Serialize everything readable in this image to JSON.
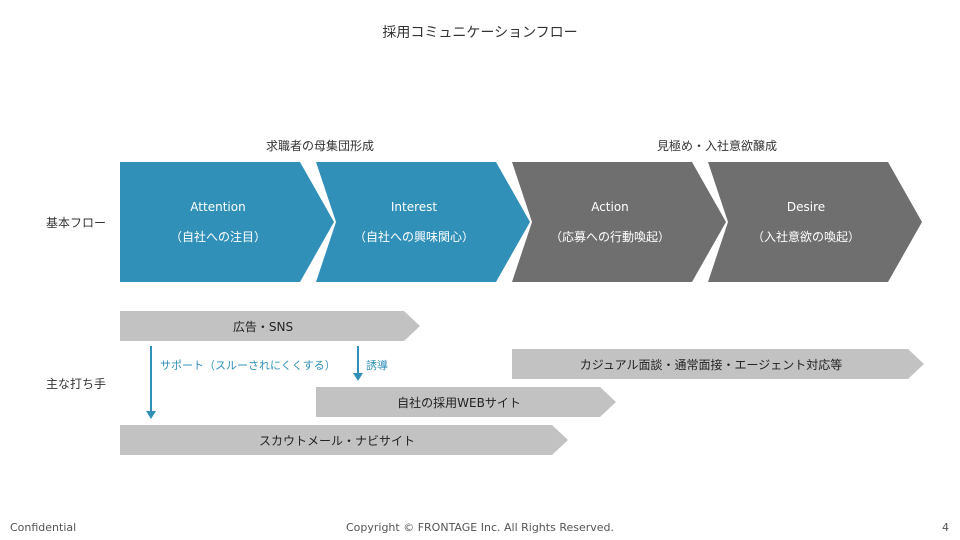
{
  "title": "採用コミュニケーションフロー",
  "phases": {
    "left": "求職者の母集団形成",
    "right": "見極め・入社意欲醸成"
  },
  "rows": {
    "basic_flow": "基本フロー",
    "main_measures": "主な打ち手"
  },
  "flow": [
    {
      "title": "Attention",
      "sub": "（自社への注目）"
    },
    {
      "title": "Interest",
      "sub": "（自社への興味関心）"
    },
    {
      "title": "Action",
      "sub": "（応募への行動喚起）"
    },
    {
      "title": "Desire",
      "sub": "（入社意欲の喚起）"
    }
  ],
  "measures": {
    "ads": "広告・SNS",
    "support": "サポート（スルーされにくくする）",
    "guide": "誘導",
    "website": "自社の採用WEBサイト",
    "scout": "スカウトメール・ナビサイト",
    "interviews": "カジュアル面談・通常面接・エージェント対応等"
  },
  "footer": {
    "left": "Confidential",
    "center": "Copyright © FRONTAGE Inc. All Rights Reserved.",
    "page": "4"
  },
  "colors": {
    "accent": "#3190b8",
    "dark_gray": "#6f6f6f",
    "bar_gray": "#c2c2c2"
  }
}
